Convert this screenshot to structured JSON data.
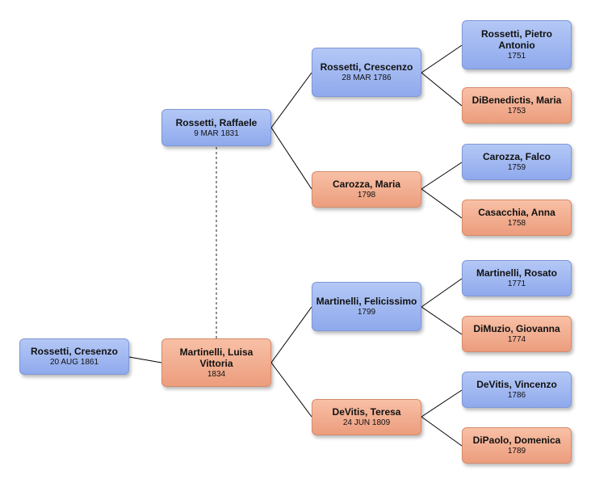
{
  "people": {
    "root": {
      "name": "Rossetti, Cresenzo",
      "date": "20 AUG 1861",
      "gender": "male"
    },
    "father": {
      "name": "Rossetti, Raffaele",
      "date": "9 MAR 1831",
      "gender": "male"
    },
    "mother": {
      "name": "Martinelli, Luisa Vittoria",
      "date": "1834",
      "gender": "female"
    },
    "pat_grandfather": {
      "name": "Rossetti, Crescenzo",
      "date": "28 MAR 1786",
      "gender": "male"
    },
    "pat_grandmother": {
      "name": "Carozza, Maria",
      "date": "1798",
      "gender": "female"
    },
    "mat_grandfather": {
      "name": "Martinelli, Felicissimo",
      "date": "1799",
      "gender": "male"
    },
    "mat_grandmother": {
      "name": "DeVitis, Teresa",
      "date": "24 JUN 1809",
      "gender": "female"
    },
    "ggf1": {
      "name": "Rossetti, Pietro Antonio",
      "date": "1751",
      "gender": "male"
    },
    "ggm1": {
      "name": "DiBenedictis, Maria",
      "date": "1753",
      "gender": "female"
    },
    "ggf2": {
      "name": "Carozza, Falco",
      "date": "1759",
      "gender": "male"
    },
    "ggm2": {
      "name": "Casacchia, Anna",
      "date": "1758",
      "gender": "female"
    },
    "ggf3": {
      "name": "Martinelli, Rosato",
      "date": "1771",
      "gender": "male"
    },
    "ggm3": {
      "name": "DiMuzio, Giovanna",
      "date": "1774",
      "gender": "female"
    },
    "ggf4": {
      "name": "DeVitis, Vincenzo",
      "date": "1786",
      "gender": "male"
    },
    "ggm4": {
      "name": "DiPaolo, Domenica",
      "date": "1789",
      "gender": "female"
    }
  },
  "colors": {
    "male": "#9db5f0",
    "female": "#f2ae90",
    "line": "#000000"
  }
}
